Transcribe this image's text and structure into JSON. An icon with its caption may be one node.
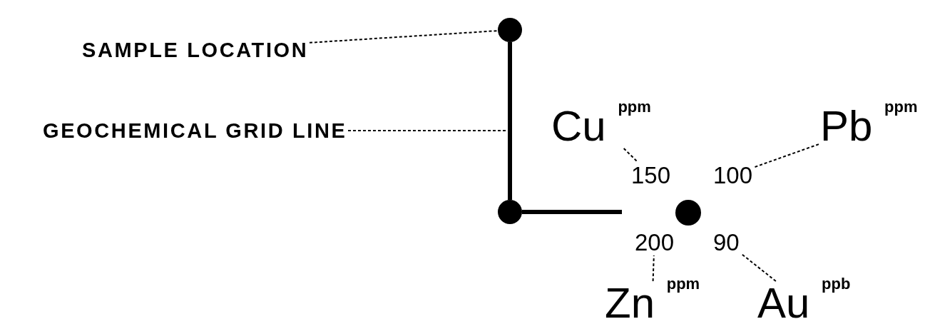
{
  "diagram": {
    "nodes": [
      {
        "text": [
          "SAMPLE LOCATION"
        ]
      },
      {
        "text": [],
        "shape": "circle"
      },
      {
        "text": [
          "GEOCHEMICAL GRID LINE"
        ]
      },
      {
        "text": [
          "Cu $^{ppm}$"
        ]
      },
      {
        "text": [
          "Pb $^{ppm}$"
        ]
      },
      {
        "text": [
          "150"
        ]
      },
      {
        "text": [
          "100"
        ]
      },
      {
        "text": [],
        "shape": "circle"
      },
      {
        "text": [],
        "shape": "circle"
      },
      {
        "text": [
          "200"
        ]
      },
      {
        "text": [
          "90"
        ]
      },
      {
        "text": [
          "Zn $^{ppm}$"
        ]
      },
      {
        "text": [
          "Au $^{ppb}$"
        ]
      }
    ],
    "edges": [
      {
        "from": 0,
        "to": 1,
        "arrow": "none",
        "style": "dashed"
      },
      {
        "from": 2,
        "to": null,
        "arrow": "none",
        "style": "dashed"
      },
      {
        "from": 1,
        "to": 7,
        "arrow": "none",
        "style": "thick"
      },
      {
        "from": 7,
        "to": null,
        "arrow": "none",
        "style": "thick"
      },
      {
        "from": 3,
        "to": 5,
        "arrow": "none",
        "style": "dashed"
      },
      {
        "from": 4,
        "to": 6,
        "arrow": "none",
        "style": "dashed"
      },
      {
        "from": 11,
        "to": 9,
        "arrow": "none",
        "style": "dashed"
      },
      {
        "from": 12,
        "to": 10,
        "arrow": "none",
        "style": "dashed"
      }
    ]
  }
}
